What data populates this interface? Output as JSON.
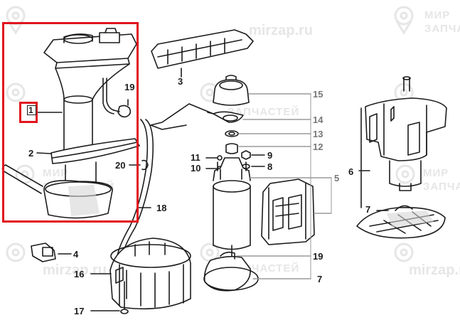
{
  "watermark": {
    "brand_line1": "МИР",
    "brand_line2": "ЗАПЧАСТЕЙ",
    "site_a": "mirzap.ru",
    "site_b": "mirzap.ru"
  },
  "callouts": {
    "c1": "1",
    "c2": "2",
    "c3": "3",
    "c4": "4",
    "c5": "5",
    "c6": "6",
    "c7a": "7",
    "c7b": "7",
    "c8": "8",
    "c9": "9",
    "c10": "10",
    "c11": "11",
    "c12": "12",
    "c13": "13",
    "c14": "14",
    "c15": "15",
    "c16": "16",
    "c17": "17",
    "c18": "18",
    "c19a": "19",
    "c19b": "19",
    "c20": "20"
  },
  "colors": {
    "line": "#1c1c1c",
    "faint_line": "#9a9a9a",
    "highlight": "#e1141e",
    "watermark": "#e6e6e6",
    "shade": "#d6d6d6"
  }
}
